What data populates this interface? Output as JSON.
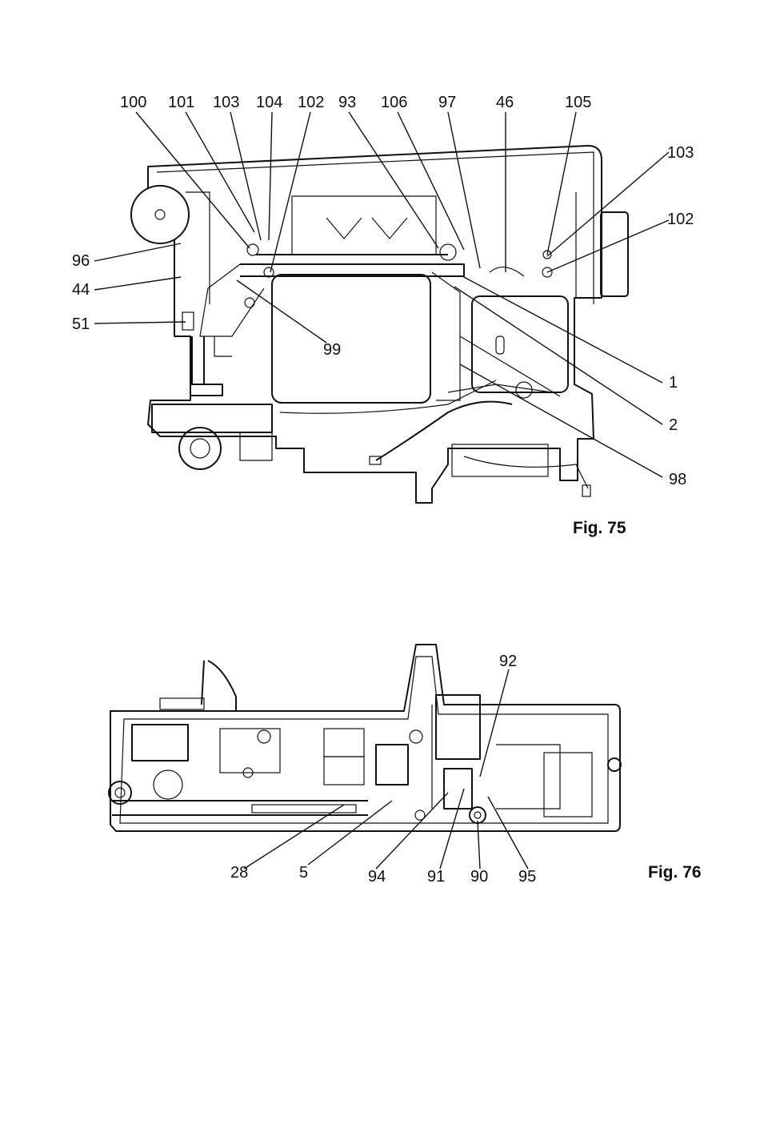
{
  "figures": [
    {
      "caption": "Fig. 75",
      "callouts": [
        "100",
        "101",
        "103",
        "104",
        "102",
        "93",
        "106",
        "97",
        "46",
        "105",
        "103",
        "102",
        "96",
        "44",
        "51",
        "99",
        "1",
        "2",
        "98"
      ]
    },
    {
      "caption": "Fig. 76",
      "callouts": [
        "92",
        "28",
        "5",
        "94",
        "91",
        "90",
        "95"
      ]
    }
  ]
}
